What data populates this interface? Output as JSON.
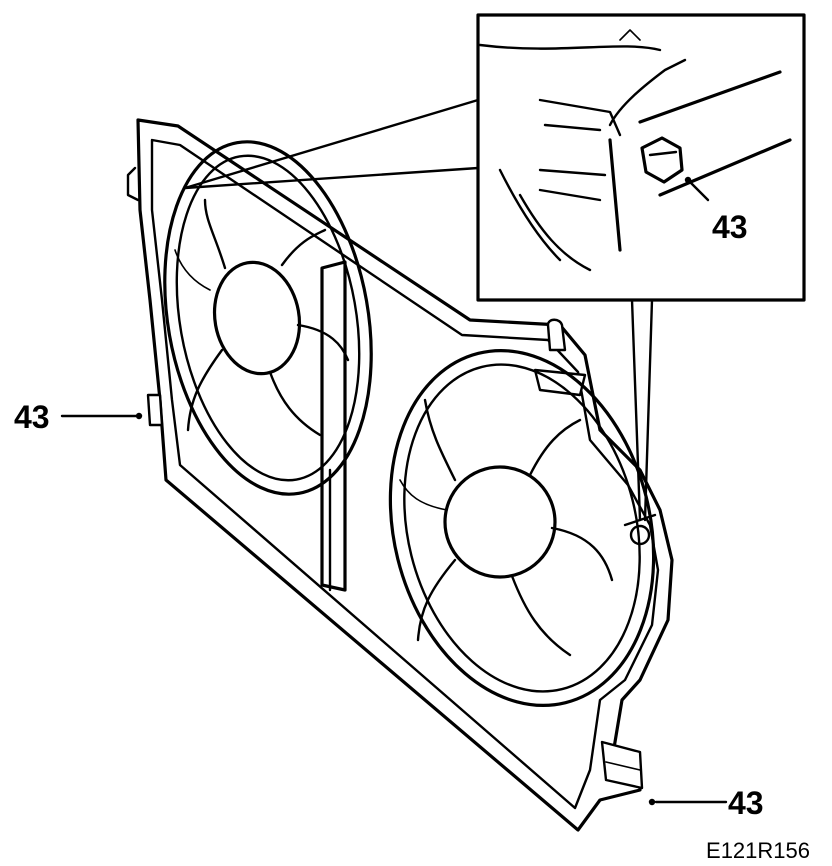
{
  "diagram": {
    "callouts": [
      {
        "id": "detail",
        "label": "43"
      },
      {
        "id": "left",
        "label": "43"
      },
      {
        "id": "bottom-right",
        "label": "43"
      }
    ],
    "reference_code": "E121R156"
  }
}
